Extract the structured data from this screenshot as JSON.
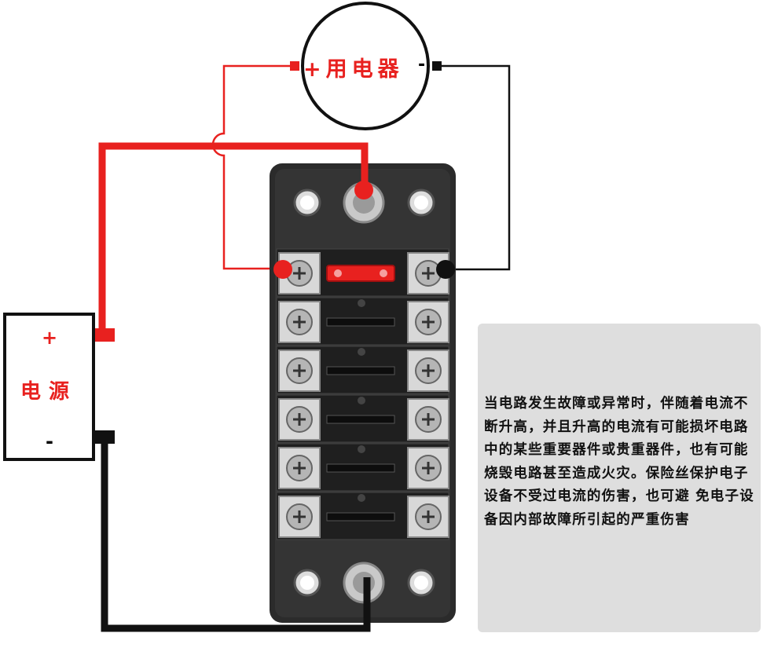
{
  "load": {
    "label": "+用电器",
    "minus": "-"
  },
  "power_source": {
    "plus": "+",
    "name": "电源",
    "minus": "-"
  },
  "note": {
    "text": "当电路发生故障或异常时，伴随着电流不断升高，并且升高的电流有可能损坏电路中的某些重要器件或贵重器件，也有可能烧毁电路甚至造成火灾。保险丝保护电子设备不受过电流的伤害，也可避 免电子设备因内部故障所引起的严重伤害"
  },
  "fuse_block": {
    "fuse_slots": 6,
    "fuse_installed": "slot-1",
    "fuse_color": "#e8211f"
  },
  "colors": {
    "positive_wire": "#e8211f",
    "negative_wire": "#111111",
    "block_body": "#2b2b2b",
    "note_bg": "#dedede"
  }
}
